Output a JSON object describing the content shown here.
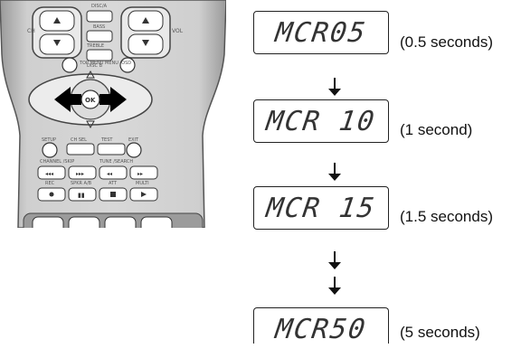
{
  "remote": {
    "buttons": {
      "disc_label": "DISC/A",
      "bass_label": "BASS",
      "treble_label": "TREBLE",
      "disc_b_label": "DISC B",
      "ch_label": "CH",
      "vol_label": "VOL",
      "top_menu_label": "TOP MENU",
      "menu_osd_label": "MENU /OSD",
      "ok_label": "OK",
      "setup_label": "SETUP",
      "ch_sel_label": "CH SEL",
      "test_label": "TEST",
      "exit_label": "EXIT",
      "channel_skip_label": "CHANNEL /SKIP",
      "tune_search_label": "TUNE /SEARCH",
      "rec_label": "REC",
      "spkr_ab_label": "SPKR A/B",
      "att_label": "ATT",
      "multi_label": "MULTI"
    }
  },
  "steps": [
    {
      "display": "MCR05",
      "duration": "(0.5 seconds)"
    },
    {
      "display": "MCR 10",
      "duration": "(1 second)"
    },
    {
      "display": "MCR 15",
      "duration": "(1.5 seconds)"
    },
    {
      "display": "MCR50",
      "duration": "(5 seconds)"
    }
  ]
}
